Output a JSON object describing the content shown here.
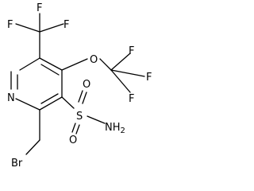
{
  "atoms": {
    "cf3_fluorines": [
      "F",
      "F",
      "F"
    ],
    "ocf3_oxygen": "O",
    "ocf3_fluorines": [
      "F",
      "F",
      "F"
    ],
    "ring_nitrogen": "N",
    "sulfur": "S",
    "sulfonyl_oxygens": [
      "O",
      "O"
    ],
    "amine": "NH",
    "amine_subscript": "2",
    "bromine": "Br"
  },
  "colors": {
    "bond": "#000000",
    "label": "#000000",
    "background": "#ffffff"
  }
}
